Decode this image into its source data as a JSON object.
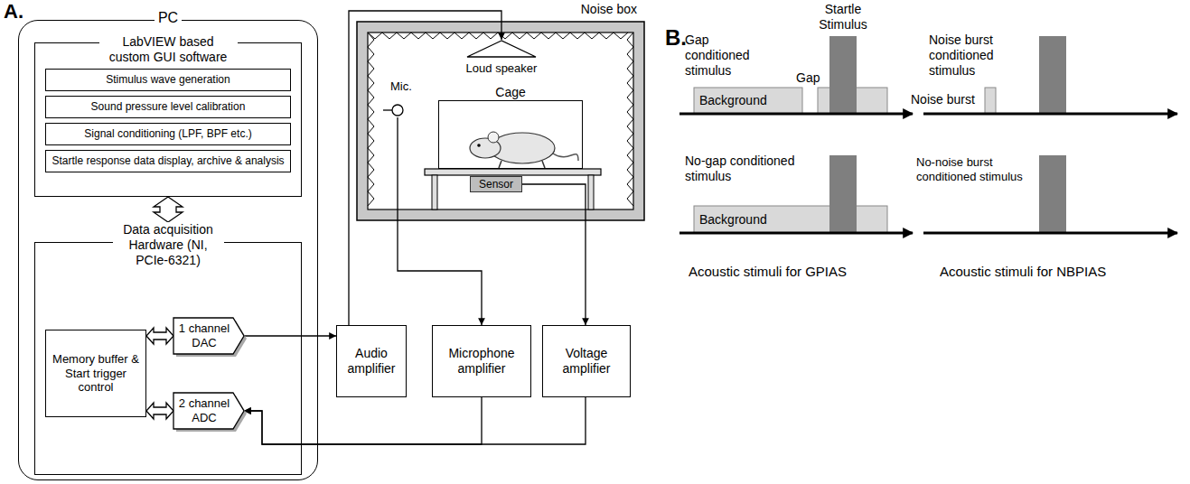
{
  "diagram": {
    "nodes": [
      {
        "text": [
          "PC"
        ]
      },
      {
        "text": [
          "LabVIEW based custom GUI software"
        ],
        "in": 0
      },
      {
        "text": [
          "Stimulus wave generation"
        ],
        "in": 1
      },
      {
        "text": [
          "Sound pressure level calibration"
        ],
        "in": 1
      },
      {
        "text": [
          "Signal conditioning (LPF, BPF etc.)"
        ],
        "in": 1
      },
      {
        "text": [
          "Startle response data display, archive & analysis"
        ],
        "in": 1
      },
      {
        "text": [
          "Data acquisition Hardware (NI, PCIe-6321)"
        ],
        "in": 0
      },
      {
        "text": [
          "Memory buffer & Start trigger control"
        ],
        "in": 6
      },
      {
        "text": [
          "1 channel DAC"
        ],
        "in": 6
      },
      {
        "text": [
          "2 channel ADC"
        ],
        "in": 6
      },
      {
        "text": [
          "Noise box"
        ]
      },
      {
        "text": [
          "Loud speaker"
        ],
        "in": 10
      },
      {
        "text": [
          "Mic."
        ],
        "in": 10
      },
      {
        "text": [
          "Cage"
        ],
        "in": 10
      },
      {
        "text": [
          "Sensor"
        ],
        "in": 10
      },
      {
        "text": [
          "Audio amplifier"
        ]
      },
      {
        "text": [
          "Microphone amplifier"
        ]
      },
      {
        "text": [
          "Voltage amplifier"
        ]
      },
      {
        "text": [
          "Background"
        ]
      },
      {
        "text": [
          "Background"
        ]
      }
    ],
    "edges": [
      {
        "from": 1,
        "to": 6,
        "arrow": "both"
      },
      {
        "from": 7,
        "to": 8,
        "arrow": "both"
      },
      {
        "from": 7,
        "to": 9,
        "arrow": "both"
      },
      {
        "from": 8,
        "to": 15,
        "arrow": "to"
      },
      {
        "from": 15,
        "to": 11,
        "arrow": "to"
      },
      {
        "from": 12,
        "to": 16,
        "arrow": "to"
      },
      {
        "from": 14,
        "to": 17,
        "arrow": "to"
      },
      {
        "from": 16,
        "to": 9,
        "arrow": "to"
      },
      {
        "from": 17,
        "to": 9,
        "arrow": "to"
      }
    ],
    "labels": [
      "A.",
      "B.",
      "Startle Stimulus",
      "Gap conditioned stimulus",
      "Gap",
      "No-gap conditioned stimulus",
      "Acoustic stimuli for GPIAS",
      "Noise burst conditioned stimulus",
      "Noise burst",
      "No-noise burst conditioned stimulus",
      "Acoustic stimuli for NBPIAS"
    ]
  }
}
